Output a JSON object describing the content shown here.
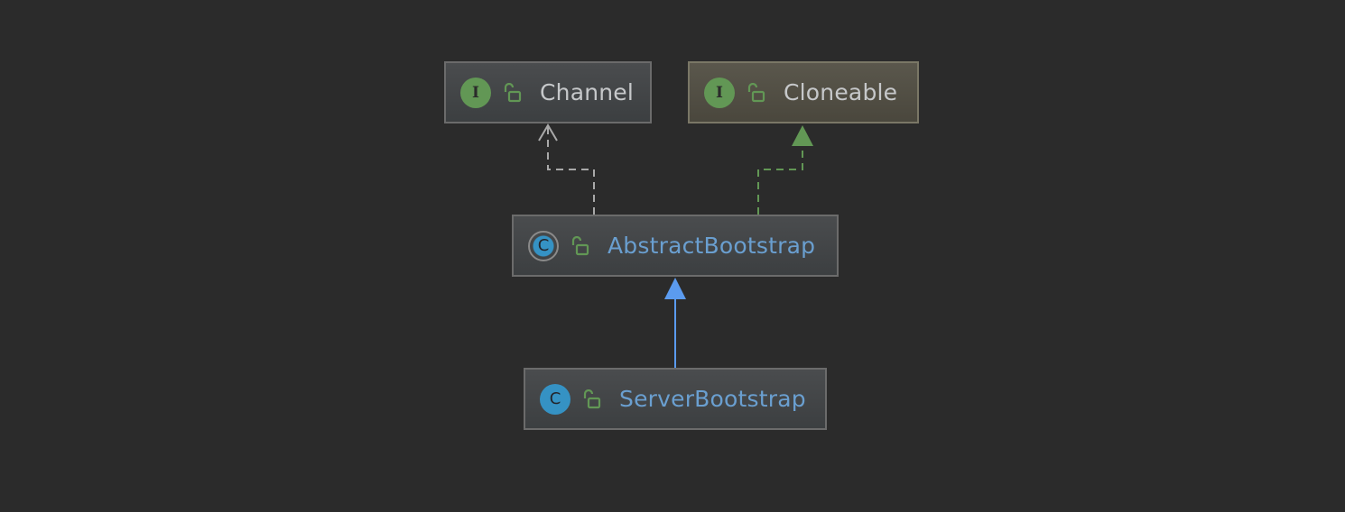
{
  "diagram": {
    "nodes": [
      {
        "id": "channel",
        "kind": "interface",
        "badge_letter": "I",
        "name": "Channel",
        "visibility": "public",
        "lock_icon": "unlocked-padlock-icon"
      },
      {
        "id": "cloneable",
        "kind": "interface",
        "badge_letter": "I",
        "name": "Cloneable",
        "visibility": "public",
        "lock_icon": "unlocked-padlock-icon"
      },
      {
        "id": "abstract-bootstrap",
        "kind": "abstract-class",
        "badge_letter": "C",
        "name": "AbstractBootstrap",
        "visibility": "public",
        "lock_icon": "unlocked-padlock-icon"
      },
      {
        "id": "server-bootstrap",
        "kind": "class",
        "badge_letter": "C",
        "name": "ServerBootstrap",
        "visibility": "public",
        "lock_icon": "unlocked-padlock-icon"
      }
    ],
    "edges": [
      {
        "from": "abstract-bootstrap",
        "to": "channel",
        "relation": "implements (generic dependency)",
        "style": "dashed",
        "color": "#a9a9a9",
        "arrowhead": "open"
      },
      {
        "from": "abstract-bootstrap",
        "to": "cloneable",
        "relation": "implements",
        "style": "dashed",
        "color": "#629755",
        "arrowhead": "filled-triangle"
      },
      {
        "from": "server-bootstrap",
        "to": "abstract-bootstrap",
        "relation": "extends",
        "style": "solid",
        "color": "#5b9bef",
        "arrowhead": "filled-triangle"
      }
    ],
    "colors": {
      "background": "#2b2b2b",
      "interface_badge": "#629755",
      "class_badge": "#3592c4",
      "class_text": "#6a9fd0",
      "interface_text": "#c6c8ca",
      "lock": "#629755"
    }
  }
}
